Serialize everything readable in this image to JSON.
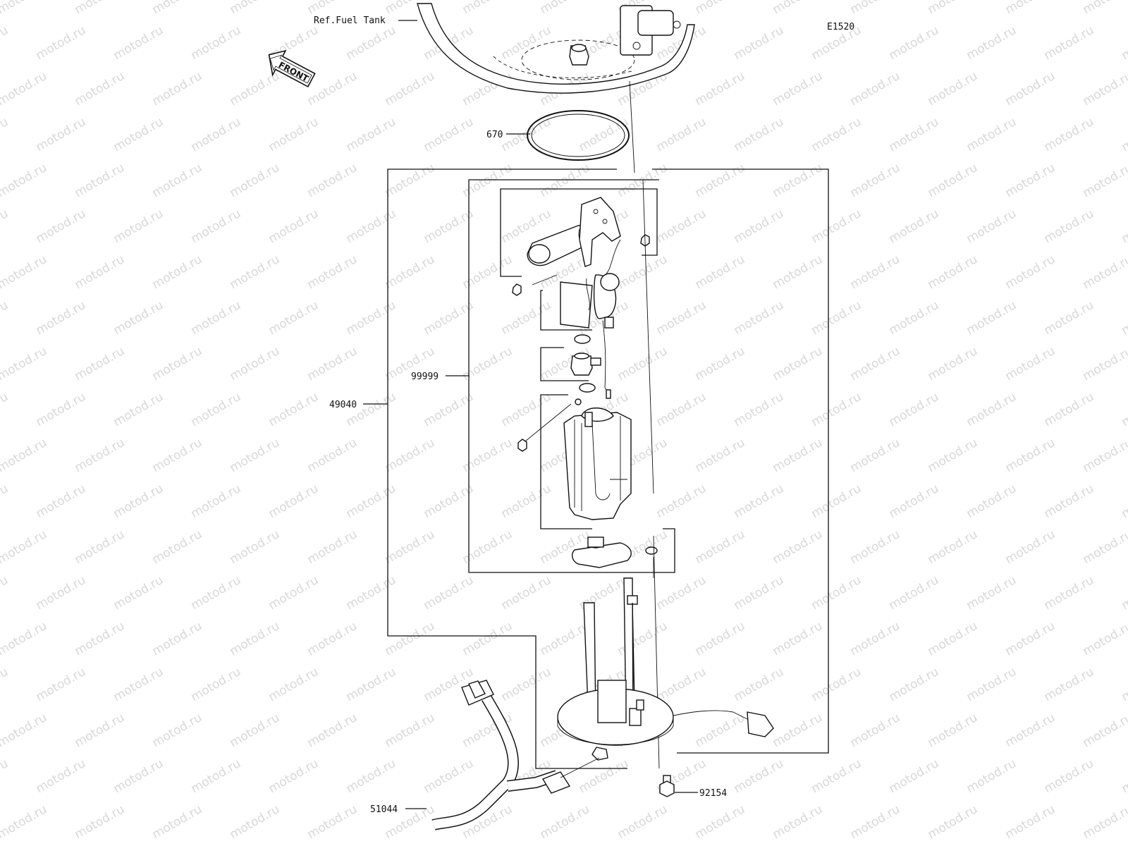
{
  "diagram": {
    "code": "E1520",
    "watermark": "motod.ru",
    "direction_label": "FRONT",
    "reference_label": "Ref.Fuel Tank",
    "parts": [
      {
        "number": "670"
      },
      {
        "number": "99999"
      },
      {
        "number": "49040"
      },
      {
        "number": "92154"
      },
      {
        "number": "51044"
      }
    ]
  }
}
